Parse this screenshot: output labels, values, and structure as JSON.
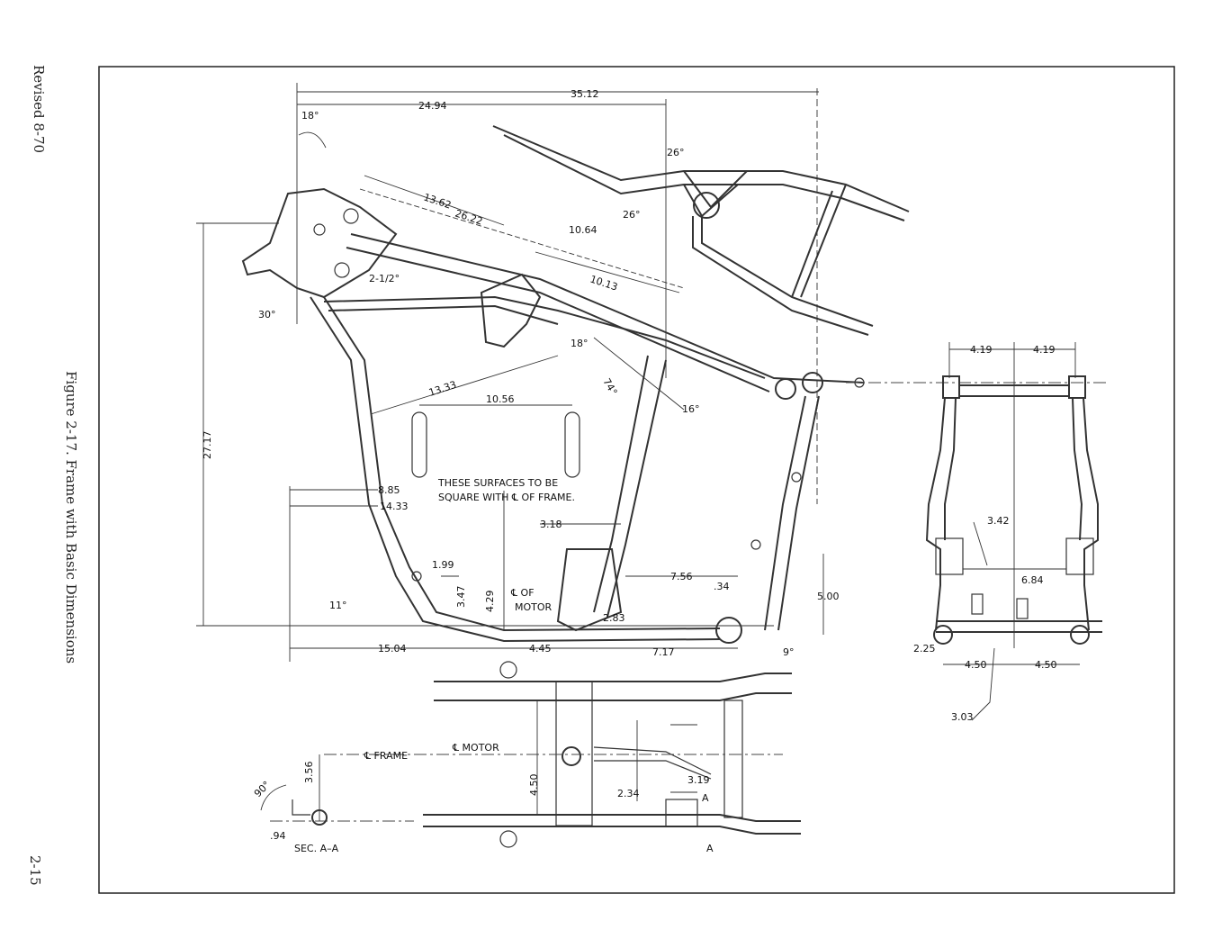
{
  "margin": {
    "revision": "Revised 8-70",
    "caption": "Figure 2-17.  Frame with Basic Dimensions",
    "page_number": "2-15"
  },
  "side_view": {
    "dim_35_12": "35.12",
    "dim_24_94": "24.94",
    "angle_18_top": "18°",
    "dim_13_62": "13.62",
    "dim_26_22": "26.22",
    "dim_10_64": "10.64",
    "dim_10_13": "10.13",
    "angle_26_a": "26°",
    "angle_26_b": "26°",
    "angle_2_half": "2-1/2°",
    "angle_30": "30°",
    "dim_27_17": "27.17",
    "angle_18_mid": "18°",
    "angle_74": "74°",
    "angle_16": "16°",
    "dim_13_33": "13.33",
    "dim_10_56": "10.56",
    "note_line1": "THESE SURFACES TO BE",
    "note_line2": "SQUARE WITH ℄ OF FRAME.",
    "dim_8_85": "8.85",
    "dim_14_33": "14.33",
    "dim_3_18": "3.18",
    "dim_1_99": "1.99",
    "dim_4_29": "4.29",
    "dim_3_47": "3.47",
    "motor_label_1": "℄ OF",
    "motor_label_2": "MOTOR",
    "dim_7_56": "7.56",
    "dim_34": ".34",
    "dim_5_00": "5.00",
    "angle_11": "11°",
    "dim_2_83": "2.83",
    "dim_15_04": "15.04",
    "dim_4_45": "4.45",
    "dim_7_17": "7.17",
    "angle_9": "9°"
  },
  "rear_view": {
    "dim_4_19_l": "4.19",
    "dim_4_19_r": "4.19",
    "dim_3_42": "3.42",
    "dim_6_84": "6.84",
    "dim_2_25": "2.25",
    "dim_4_50_l": "4.50",
    "dim_4_50_r": "4.50",
    "dim_3_03": "3.03"
  },
  "top_view": {
    "frame_label": "℄ FRAME",
    "motor_label": "℄ MOTOR",
    "dim_3_56": "3.56",
    "angle_90": "90°",
    "dim_94": ".94",
    "section_label": "SEC. A–A",
    "dim_4_50": "4.50",
    "dim_2_34": "2.34",
    "dim_3_19": "3.19",
    "section_mark_top": "A",
    "section_mark_bottom": "A"
  }
}
